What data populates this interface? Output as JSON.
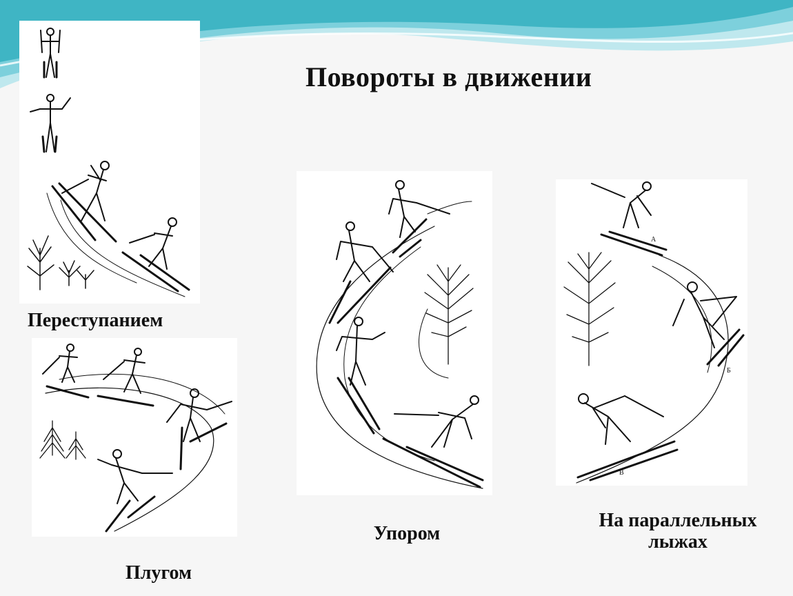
{
  "slide": {
    "title": "Повороты в движении",
    "captions": {
      "stepping": "Переступанием",
      "plough": "Плугом",
      "stem": "Упором",
      "parallel": "На параллельных лыжах"
    },
    "figure_letters": {
      "a": "А",
      "b": "Б",
      "v": "В"
    }
  },
  "colors": {
    "background": "#f6f6f6",
    "wave_dark": "#3fb5c4",
    "wave_light": "#bfe8ee",
    "ink": "#111111"
  }
}
